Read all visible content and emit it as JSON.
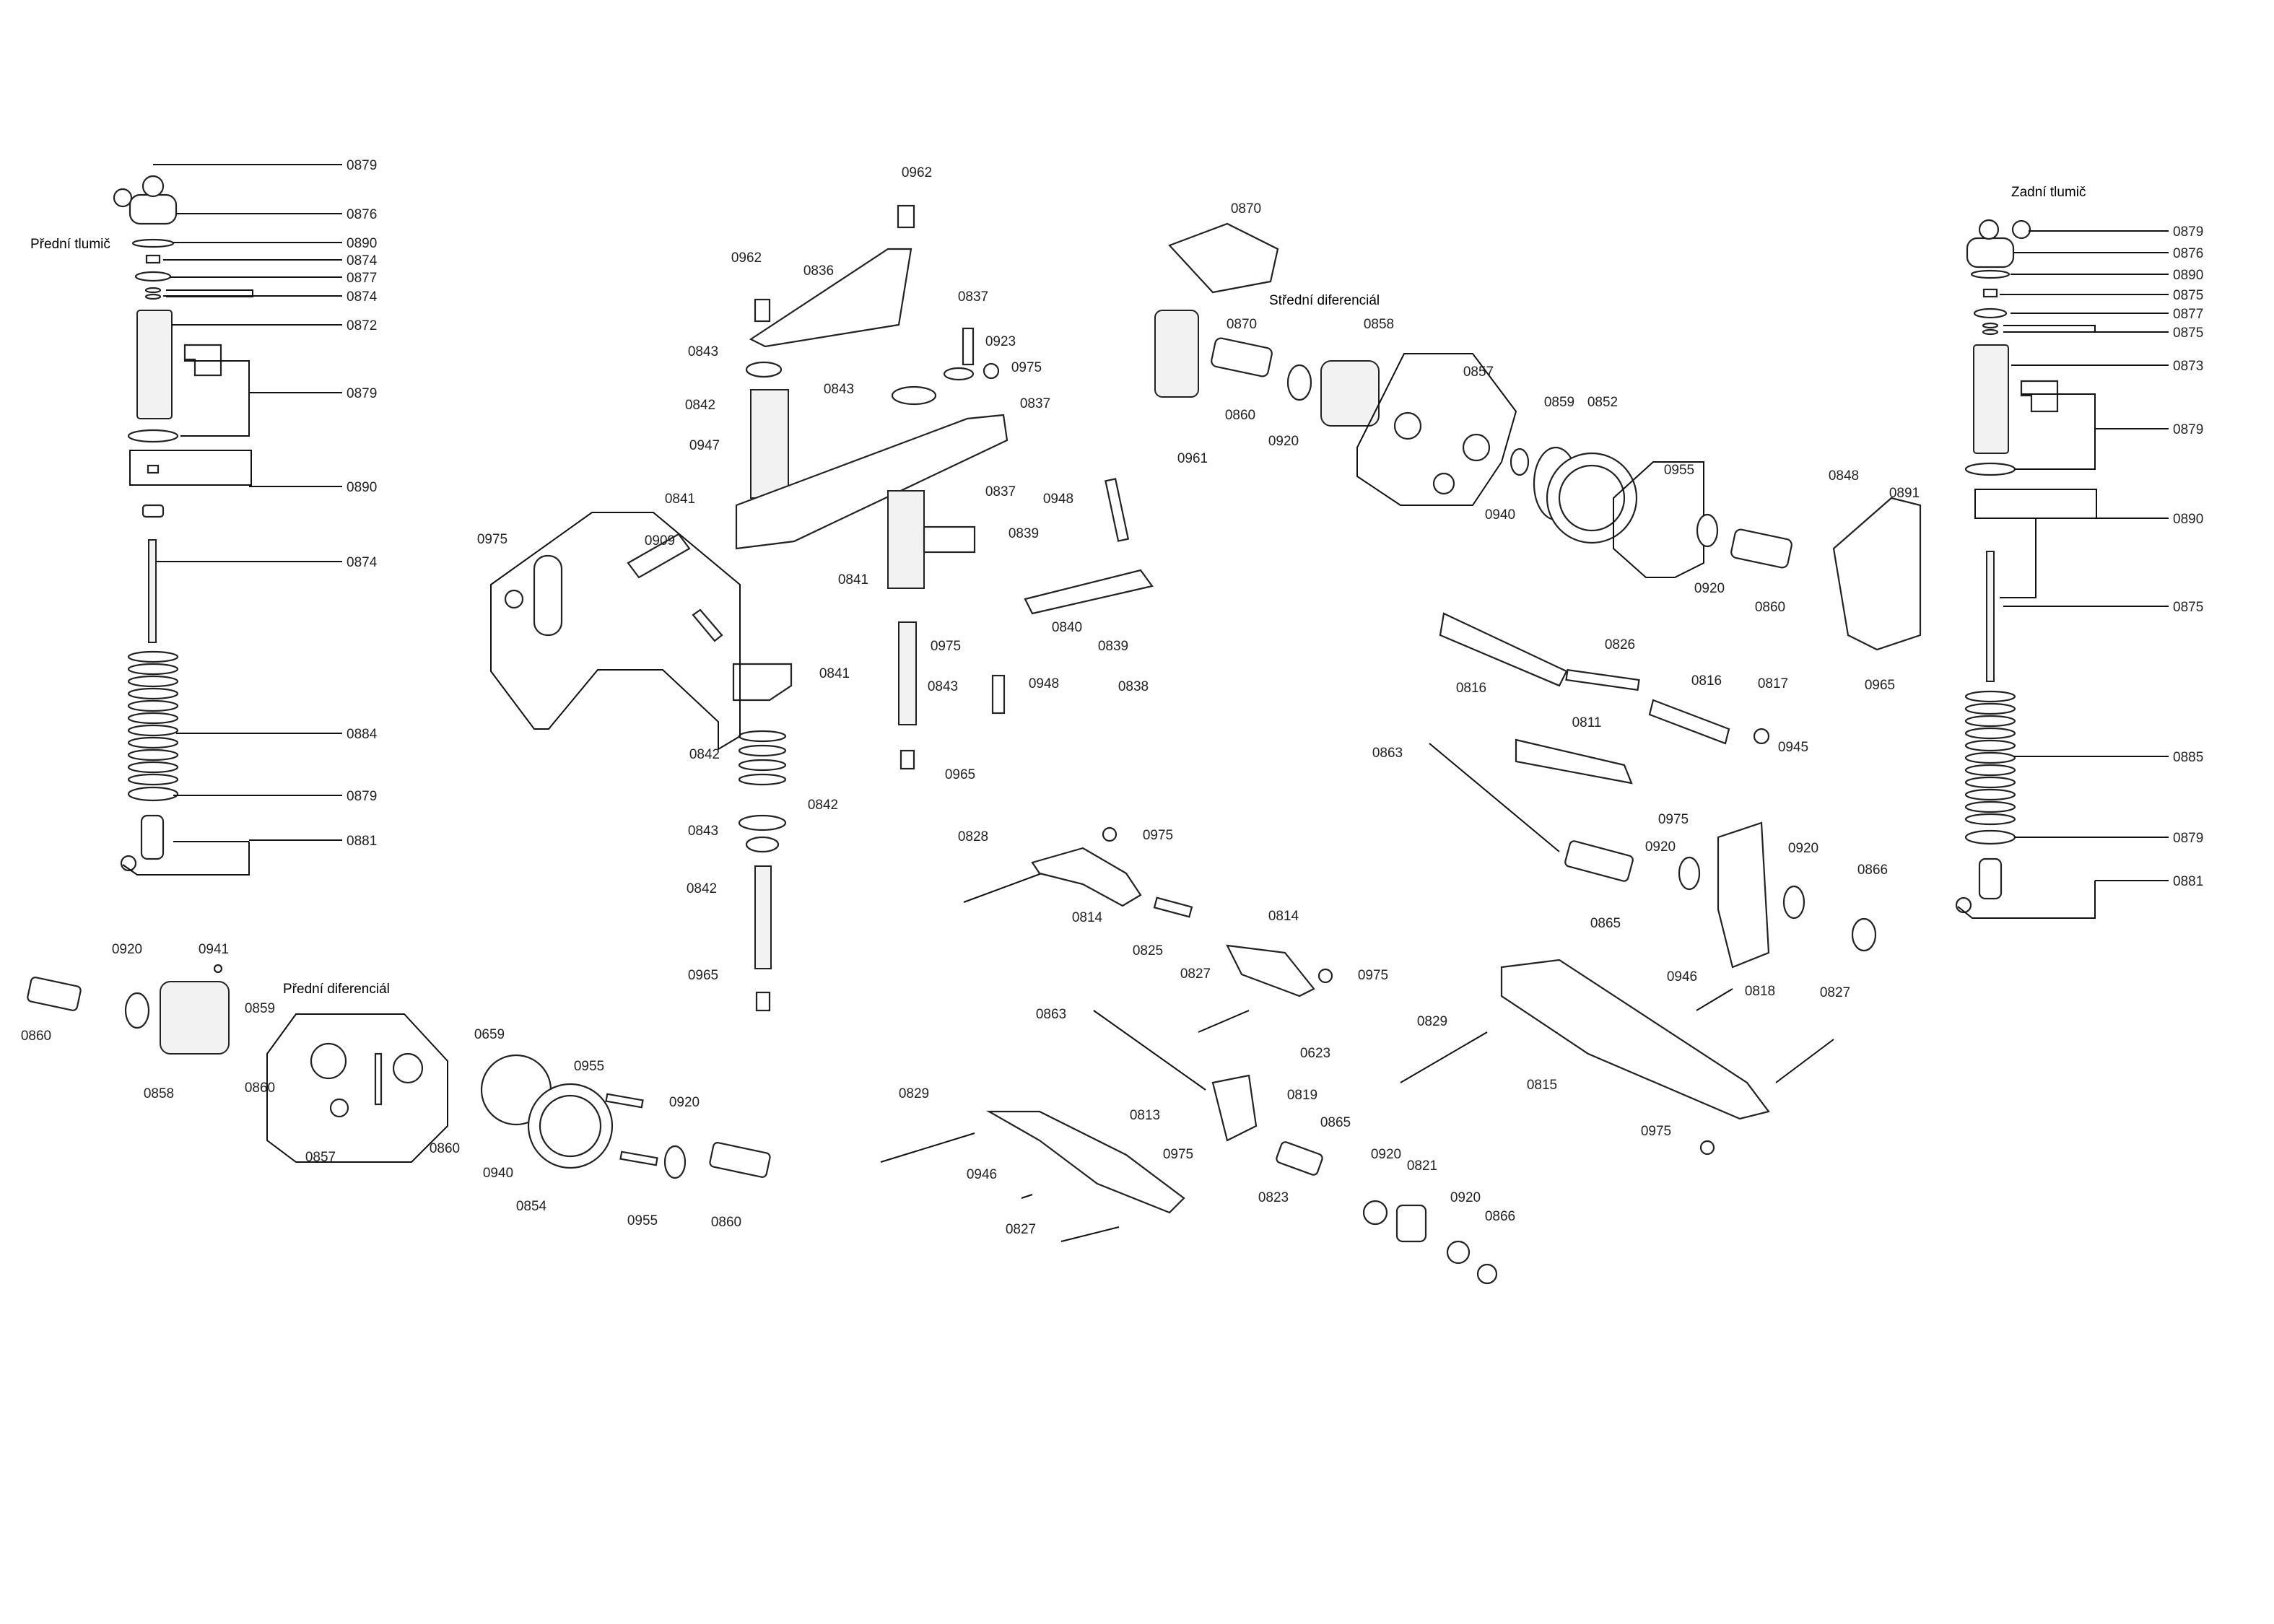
{
  "titles": {
    "front_shock": "Přední tlumič",
    "rear_shock": "Zadní tlumič",
    "center_diff": "Střední diferenciál",
    "front_diff": "Přední diferenciál"
  },
  "front_shock_labels": [
    "0879",
    "0876",
    "0890",
    "0874",
    "0877",
    "0874",
    "0872",
    "0879",
    "0890",
    "0874",
    "0884",
    "0879",
    "0881"
  ],
  "rear_shock_labels": [
    "0879",
    "0876",
    "0890",
    "0875",
    "0877",
    "0875",
    "0873",
    "0879",
    "0890",
    "0875",
    "0885",
    "0879",
    "0881"
  ],
  "steering_labels": [
    "0962",
    "0962",
    "0836",
    "0843",
    "0842",
    "0947",
    "0841",
    "0975",
    "0909",
    "0837",
    "0923",
    "0975",
    "0843",
    "0837",
    "0837",
    "0948",
    "0839",
    "0841",
    "0840",
    "0839",
    "0975",
    "0838",
    "0948",
    "0843",
    "0965",
    "0841",
    "0842",
    "0842",
    "0843",
    "0842",
    "0965"
  ],
  "front_diff_labels": [
    "0920",
    "0941",
    "0860",
    "0858",
    "0859",
    "0860",
    "0857",
    "0659",
    "0860",
    "0940",
    "0854",
    "0955",
    "0920",
    "0955",
    "0860"
  ],
  "center_diff_labels": [
    "0870",
    "0870",
    "0858",
    "0860",
    "0920",
    "0961",
    "0857",
    "0859",
    "0852",
    "0940",
    "0955",
    "0920",
    "0860",
    "0848",
    "0891",
    "0965"
  ],
  "rear_suspension_labels": [
    "0816",
    "0826",
    "0816",
    "0817",
    "0811",
    "0863",
    "0945",
    "0975",
    "0920",
    "0920",
    "0866",
    "0865",
    "0818",
    "0946",
    "0827",
    "0829",
    "0815",
    "0975"
  ],
  "front_suspension_labels": [
    "0828",
    "0975",
    "0814",
    "0825",
    "0814",
    "0827",
    "0975",
    "0863",
    "0623",
    "0819",
    "0829",
    "0813",
    "0865",
    "0975",
    "0946",
    "0823",
    "0920",
    "0821",
    "0920",
    "0866",
    "0827"
  ]
}
